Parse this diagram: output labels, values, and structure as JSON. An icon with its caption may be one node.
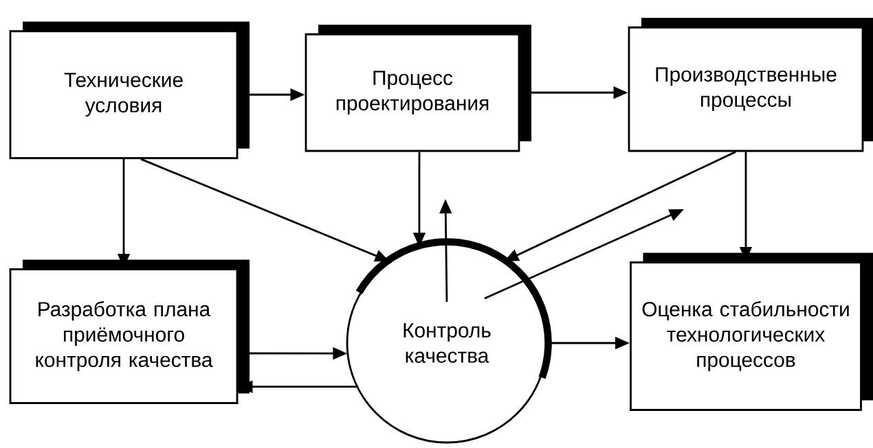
{
  "diagram": {
    "nodes": [
      {
        "text": [
          "Технические условия"
        ]
      },
      {
        "text": [
          "Процесс проектирования"
        ]
      },
      {
        "text": [
          "Производственные процессы"
        ]
      },
      {
        "text": [
          "Разработка плана приёмочного контроля качества"
        ]
      },
      {
        "text": [
          "Контроль качества"
        ]
      },
      {
        "text": [
          "Оценка стабильности технологических процессов"
        ]
      }
    ],
    "edges": [
      {
        "from": 0,
        "to": 1,
        "arrow": "to"
      },
      {
        "from": 1,
        "to": 2,
        "arrow": "to"
      },
      {
        "from": 0,
        "to": 3,
        "arrow": "to"
      },
      {
        "from": 0,
        "to": 4,
        "arrow": "to"
      },
      {
        "from": 1,
        "to": 4,
        "arrow": "to"
      },
      {
        "from": 4,
        "to": null,
        "arrow": "to"
      },
      {
        "from": 2,
        "to": 4,
        "arrow": "to"
      },
      {
        "from": 4,
        "to": null,
        "arrow": "to"
      },
      {
        "from": 2,
        "to": 5,
        "arrow": "to"
      },
      {
        "from": 3,
        "to": 4,
        "arrow": "to"
      },
      {
        "from": 4,
        "to": 3,
        "arrow": "to"
      },
      {
        "from": 4,
        "to": 5,
        "arrow": "to"
      }
    ]
  }
}
